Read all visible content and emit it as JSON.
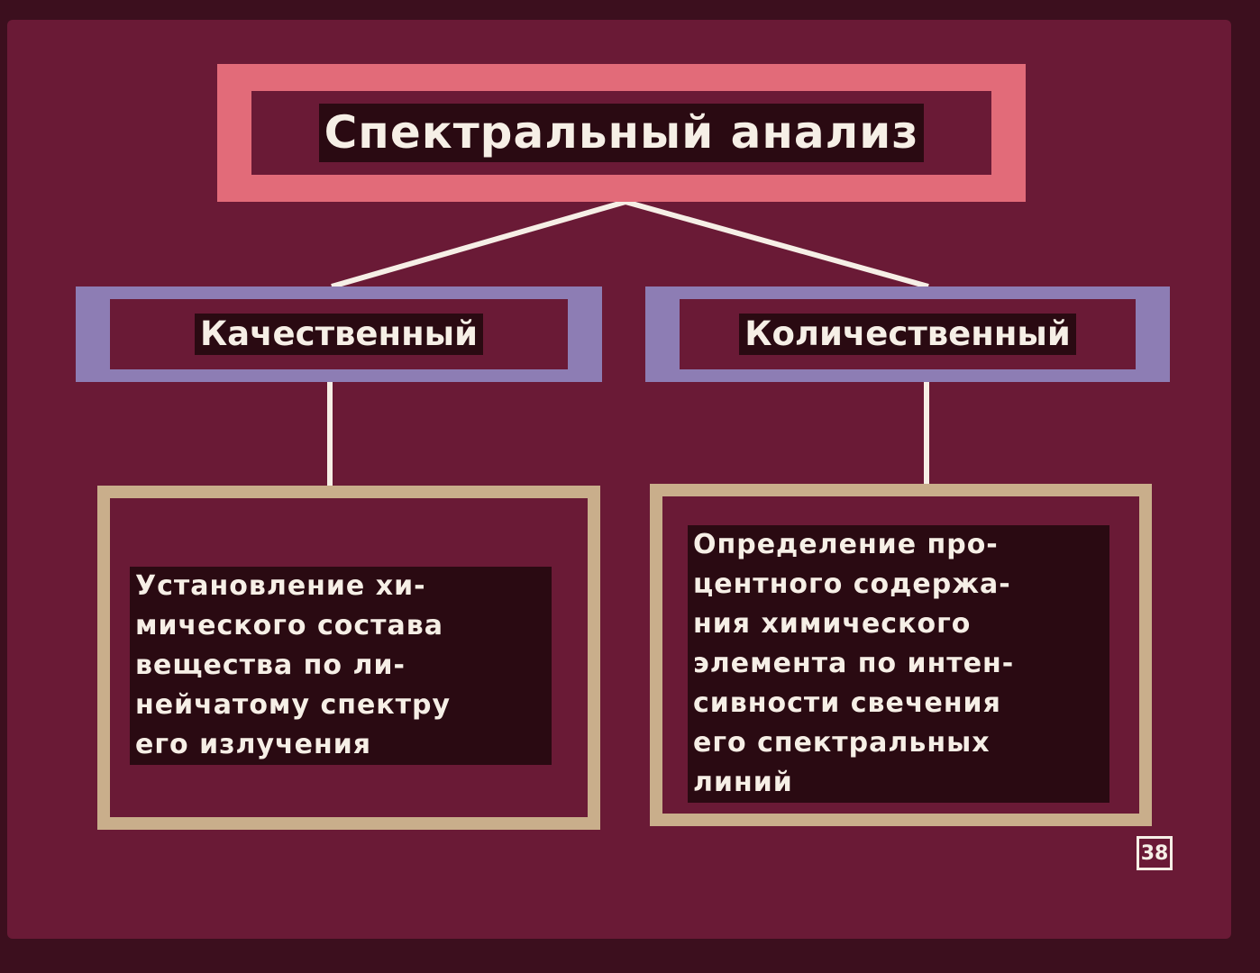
{
  "title": "Спектральный анализ",
  "categories": [
    {
      "label": "Качественный",
      "description": "Установление хи-\nмического состава\nвещества по ли-\nнейчатому спектру\nего излучения"
    },
    {
      "label": "Количественный",
      "description": "Определение про-\nцентного содержа-\nния химического\nэлемента по интен-\nсивности свечения\nего спектральных\nлиний"
    }
  ],
  "page_number": "38",
  "colors": {
    "background": "#6a1a36",
    "title_frame": "#e26b79",
    "category_frame": "#8d7db4",
    "description_frame": "#c9ae8b",
    "text": "#f6efe6"
  }
}
